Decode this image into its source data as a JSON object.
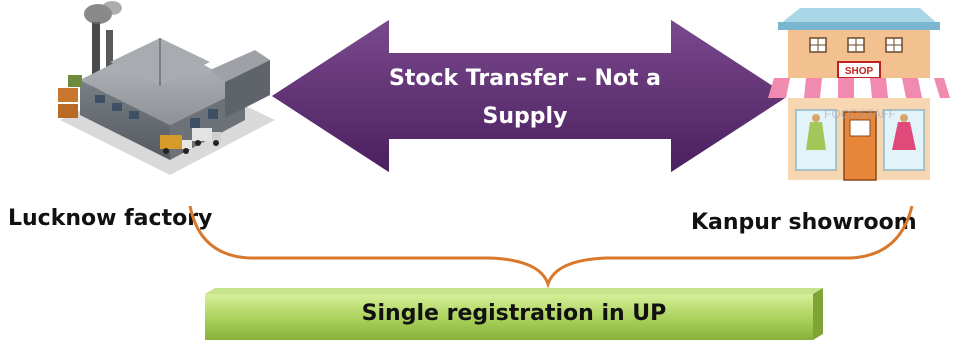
{
  "arrow": {
    "line1": "Stock Transfer – Not a",
    "line2": "Supply",
    "color": "#5b2a6e"
  },
  "left_node": {
    "label": "Lucknow factory",
    "icon": "factory-icon"
  },
  "right_node": {
    "label": "Kanpur showroom",
    "icon": "shop-icon",
    "sign": "SHOP",
    "watermark": "FOODSTAFF"
  },
  "registration": {
    "label": "Single registration in UP",
    "color": "#a9d15a"
  },
  "brace_color": "#d9782a"
}
